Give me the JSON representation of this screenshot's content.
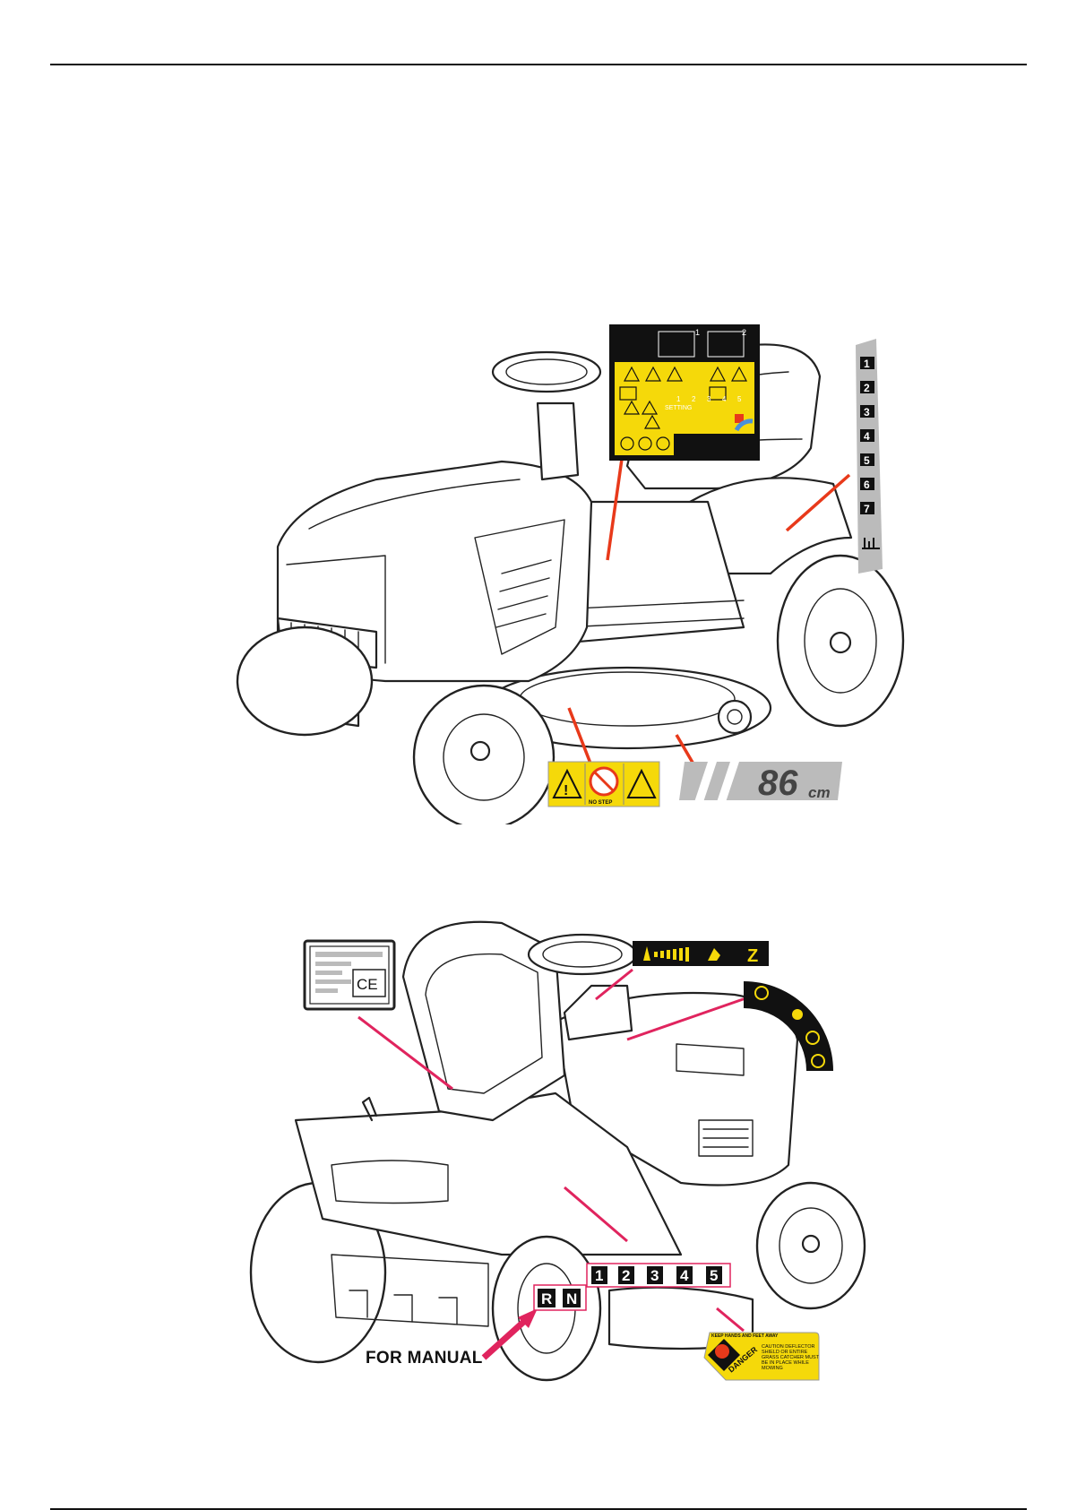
{
  "page": {
    "rule_color": "#111111"
  },
  "colors": {
    "arrow_red": "#e8391a",
    "arrow_pink": "#e0245e",
    "decal_yellow": "#f5d90a",
    "decal_gray": "#bbbbbb"
  },
  "figure1": {
    "icons": [
      "lawn-tractor-front-view-icon",
      "warning-decal-panel-icon",
      "height-scale-decal-icon",
      "no-step-decal-icon",
      "deck-size-decal-icon"
    ],
    "panel_numbers": [
      "1",
      "2"
    ],
    "panel_bottom_labels": [
      "1",
      "2",
      "3",
      "4",
      "5"
    ],
    "panel_setting": "SETTING",
    "height_scale": [
      "1",
      "2",
      "3",
      "4",
      "5",
      "6",
      "7"
    ],
    "no_step": "NO STEP",
    "deck_size_value": "86",
    "deck_size_unit": "cm"
  },
  "figure2": {
    "icons": [
      "lawn-tractor-rear-view-icon",
      "ce-plate-icon",
      "throttle-decal-icon",
      "ignition-decal-icon",
      "danger-decal-icon"
    ],
    "ce_mark": "CE",
    "throttle_letter": "Z",
    "gear_forward": [
      "1",
      "2",
      "3",
      "4",
      "5"
    ],
    "gear_reverse_neutral": [
      "R",
      "N"
    ],
    "manual_label": "FOR MANUAL",
    "danger_title": "DANGER",
    "danger_header": "KEEP HANDS AND FEET AWAY",
    "danger_text": "CAUTION DEFLECTOR SHIELD OR ENTIRE GRASS CATCHER MUST BE IN PLACE WHILE MOWING"
  }
}
